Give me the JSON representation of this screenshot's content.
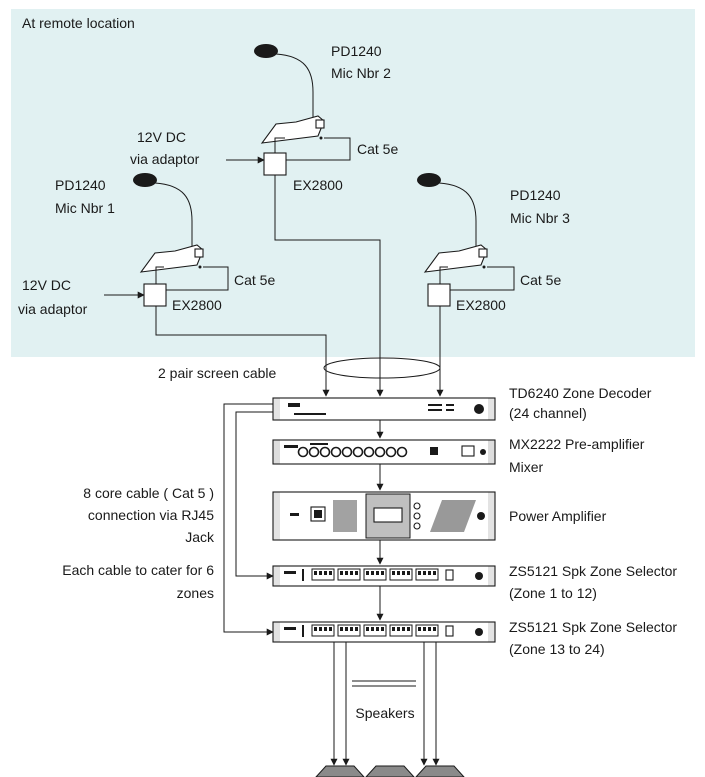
{
  "remote_zone": {
    "label": "At remote location",
    "color": "#e1f1f2"
  },
  "mics": [
    {
      "model": "PD1240",
      "name": "Mic Nbr 2",
      "power": [
        "12V DC",
        "via adaptor"
      ],
      "cable": "Cat 5e",
      "extender": "EX2800"
    },
    {
      "model": "PD1240",
      "name": "Mic Nbr 1",
      "power": [
        "12V DC",
        "via adaptor"
      ],
      "cable": "Cat 5e",
      "extender": "EX2800"
    },
    {
      "model": "PD1240",
      "name": "Mic Nbr 3",
      "cable": "Cat 5e",
      "extender": "EX2800"
    }
  ],
  "screen_cable": "2 pair screen cable",
  "rack": [
    {
      "lines": [
        "TD6240 Zone Decoder",
        "(24 channel)"
      ]
    },
    {
      "lines": [
        "MX2222 Pre-amplifier",
        "Mixer"
      ]
    },
    {
      "lines": [
        "Power Amplifier"
      ]
    },
    {
      "lines": [
        "ZS5121 Spk Zone Selector",
        "(Zone 1 to 12)"
      ]
    },
    {
      "lines": [
        "ZS5121 Spk Zone Selector",
        "(Zone 13 to 24)"
      ]
    }
  ],
  "note_cable": [
    "8 core cable ( Cat 5 )",
    "connection via RJ45",
    "Jack"
  ],
  "note_zones": [
    "Each cable to cater for 6",
    "zones"
  ],
  "speakers_label": "Speakers",
  "line_color": "#1a1a1a"
}
